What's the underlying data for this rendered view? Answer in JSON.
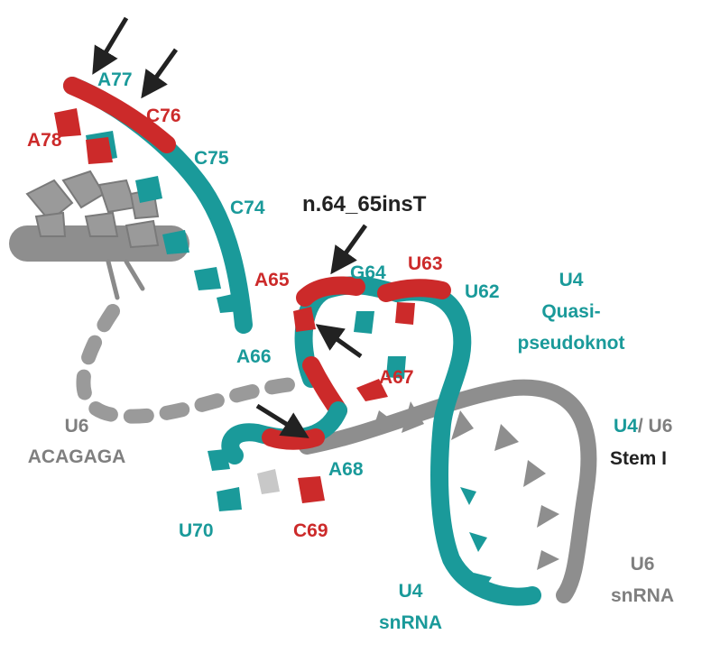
{
  "colors": {
    "teal": "#1a9a9a",
    "red": "#cc2a2a",
    "grey": "#8c8c8c",
    "black": "#222222"
  },
  "labels": {
    "a77": "A77",
    "c76": "C76",
    "a78": "A78",
    "c75": "C75",
    "c74": "C74",
    "insertion": "n.64_65insT",
    "a65": "A65",
    "g64": "G64",
    "u63": "U63",
    "u62": "U62",
    "a66": "A66",
    "a67": "A67",
    "a68": "A68",
    "c69": "C69",
    "u70": "U70",
    "u4_quasi_line1": "U4",
    "u4_quasi_line2": "Quasi-",
    "u4_quasi_line3": "pseudoknot",
    "u6_acagaga_line1": "U6",
    "u6_acagaga_line2": "ACAGAGA",
    "stem_u4": "U4",
    "stem_u6": "/ U6",
    "stem_name": "Stem I",
    "u4_snrna_line1": "U4",
    "u4_snrna_line2": "snRNA",
    "u6_snrna_line1": "U6",
    "u6_snrna_line2": "snRNA"
  }
}
